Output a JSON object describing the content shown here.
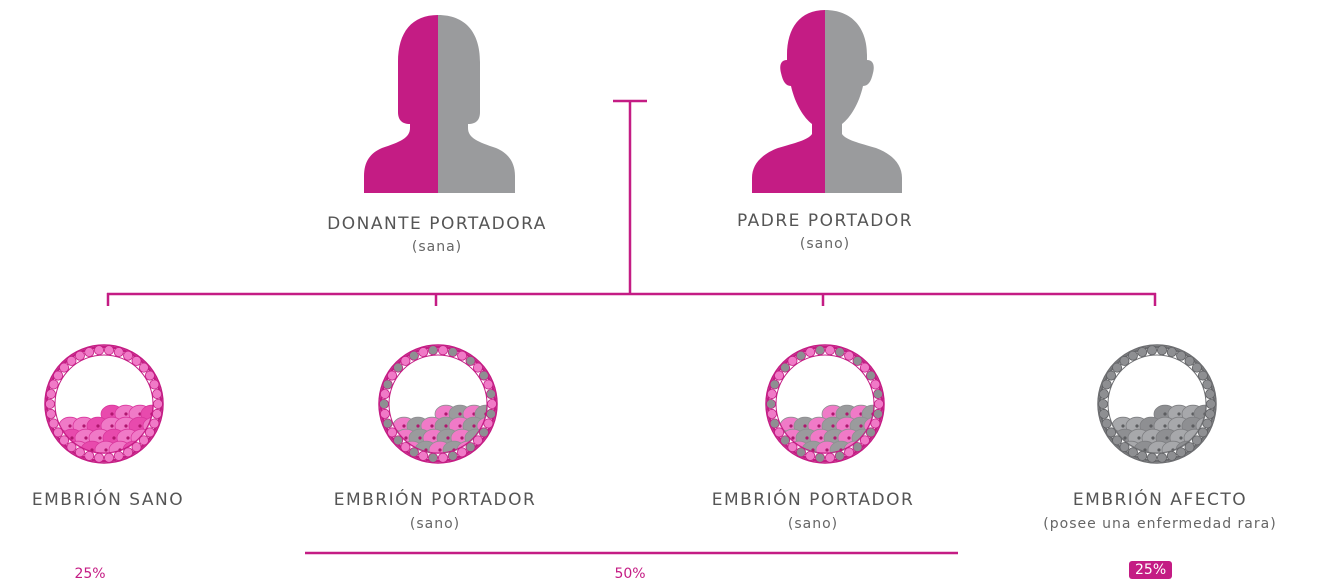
{
  "colors": {
    "magenta": "#c41c84",
    "gray": "#9a9b9d",
    "pink_light": "#f07ac7",
    "pink_mid": "#e84aad"
  },
  "parents": {
    "mother": {
      "title": "DONANTE PORTADORA",
      "subtitle": "(sana)",
      "icon": "woman-half-carrier-icon"
    },
    "father": {
      "title": "PADRE PORTADOR",
      "subtitle": "(sano)",
      "icon": "man-half-carrier-icon"
    }
  },
  "embryos": [
    {
      "title": "EMBRIÓN SANO",
      "subtitle": "",
      "status": "healthy",
      "icon": "embryo-healthy-icon"
    },
    {
      "title": "EMBRIÓN PORTADOR",
      "subtitle": "(sano)",
      "status": "carrier",
      "icon": "embryo-carrier-icon"
    },
    {
      "title": "EMBRIÓN PORTADOR",
      "subtitle": "(sano)",
      "status": "carrier",
      "icon": "embryo-carrier-icon"
    },
    {
      "title": "EMBRIÓN AFECTO",
      "subtitle": "(posee una enfermedad rara)",
      "status": "affected",
      "icon": "embryo-affected-icon"
    }
  ],
  "percentages": {
    "healthy": "25%",
    "carrier": "50%",
    "affected": "25%"
  }
}
